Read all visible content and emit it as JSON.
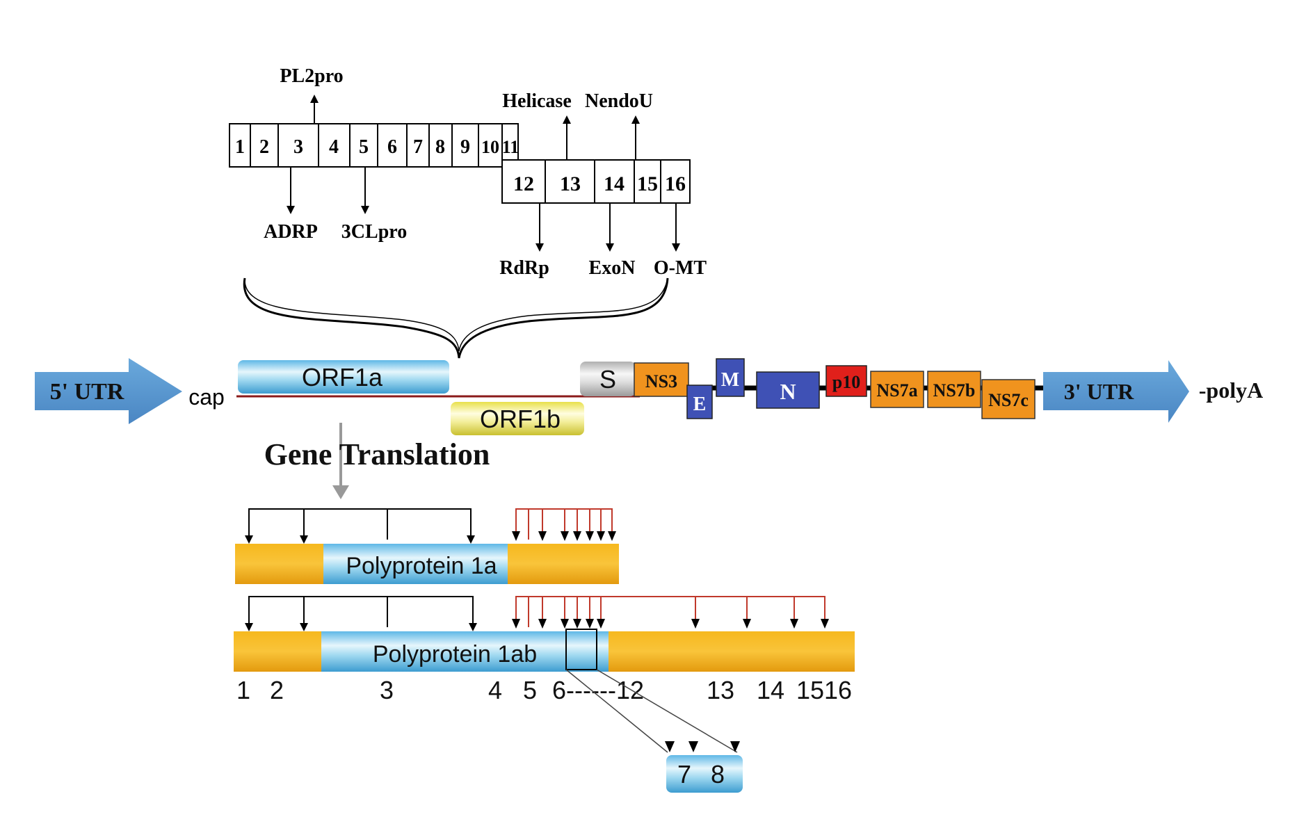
{
  "nsp_top_row": [
    "1",
    "2",
    "3",
    "4",
    "5",
    "6",
    "7",
    "8",
    "9",
    "10",
    "11"
  ],
  "nsp_bottom_row": [
    "12",
    "13",
    "14",
    "15",
    "16"
  ],
  "top_labels": {
    "pl2pro": "PL2pro",
    "helicase": "Helicase",
    "nendou": "NendoU",
    "adrp": "ADRP",
    "clpro": "3CLpro",
    "rdrp": "RdRp",
    "exon": "ExoN",
    "omt": "O-MT"
  },
  "genome": {
    "utr5": "5' UTR",
    "cap": "cap",
    "orf1a": "ORF1a",
    "orf1b": "ORF1b",
    "s": "S",
    "ns3": "NS3",
    "e": "E",
    "m": "M",
    "n": "N",
    "p10": "p10",
    "ns7a": "NS7a",
    "ns7b": "NS7b",
    "ns7c": "NS7c",
    "utr3": "3' UTR",
    "polya": "-polyA"
  },
  "gene_translation": "Gene Translation",
  "polyprotein_1a": "Polyprotein 1a",
  "polyprotein_1ab": "Polyprotein 1ab",
  "bottom_numbers": {
    "n1": "1",
    "n2": "2",
    "n3": "3",
    "n4": "4",
    "n5": "5",
    "range": "6------12",
    "n13": "13",
    "n14": "14",
    "n1516": "1516"
  },
  "inset": [
    "7",
    "8"
  ],
  "colors": {
    "utr_blue": "#5b9bd5",
    "orange": "#f5a623",
    "dark_blue": "#3f51b5",
    "red": "#e0201b",
    "ns_orange": "#f0931e",
    "arrow_red": "#c0392b"
  }
}
